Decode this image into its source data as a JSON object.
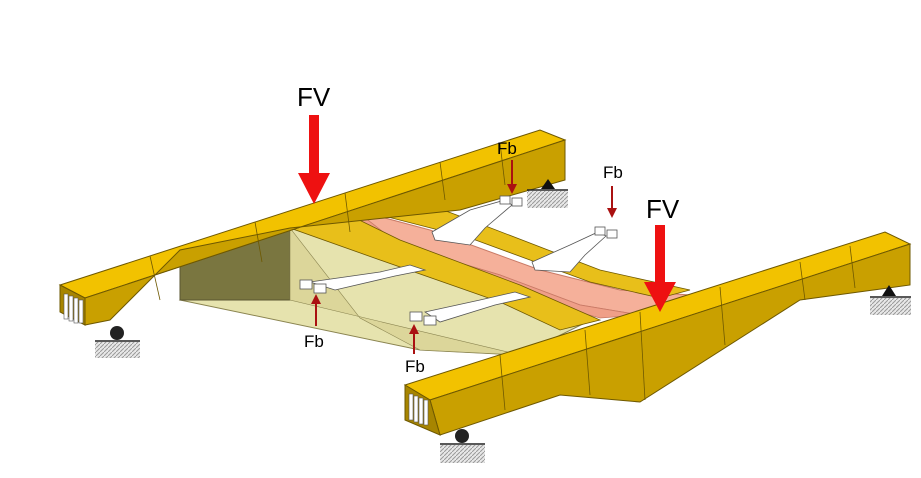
{
  "labels": {
    "fv_left": "FV",
    "fv_right": "FV",
    "fb_top_center": "Fb",
    "fb_top_right": "Fb",
    "fb_bottom_left": "Fb",
    "fb_bottom_center": "Fb"
  },
  "colors": {
    "beam_top": "#f2c200",
    "beam_side": "#c9a000",
    "beam_front": "#a78500",
    "beam_edge": "#6e5800",
    "inner_panel": "#e6e3ae",
    "inner_panel_dark": "#cfc98a",
    "inner_wall": "#7a7640",
    "center_plate": "#f5b09a",
    "center_plate_edge": "#c97a66",
    "bracket": "#ffffff",
    "bracket_edge": "#555555",
    "arrow_fv": "#ee1111",
    "arrow_fb": "#aa1111",
    "support": "#222222",
    "ground": "#888888"
  }
}
